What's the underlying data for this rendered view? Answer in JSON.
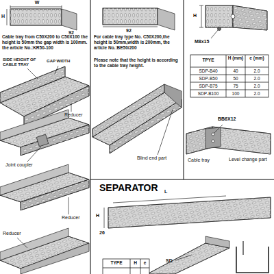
{
  "diagram": {
    "title": "SEPARATOR",
    "labels": [
      "W",
      "H",
      "92",
      "Cable tray from C50X200 to C50X100 the height is 50mm the gap width is 100mm. the article No.:KR50-100",
      "SIDE HEIGHT OF CABLE TRAY",
      "GAP WIDTH",
      "Reducer",
      "Joint coupler",
      "Reducer",
      "Reducer",
      "92",
      "For cable tray type No. C50X200,the height is 50mm,width is 200mm, the article No.:BE50/200",
      "Please note that the height is according to the cable tray height.",
      "Blind end part",
      "H",
      "M8x15",
      "TPYE",
      "H (mm)",
      "e (mm)",
      "SDP-B40",
      "40",
      "2.0",
      "SDP-B50",
      "50",
      "2.0",
      "SDP-B75",
      "75",
      "2.0",
      "SDP-B100",
      "100",
      "2.0",
      "BB6X12",
      "Cable tray",
      "Level change part",
      "L",
      "H",
      "26",
      "SD",
      "TYPE",
      "H",
      "e"
    ]
  }
}
